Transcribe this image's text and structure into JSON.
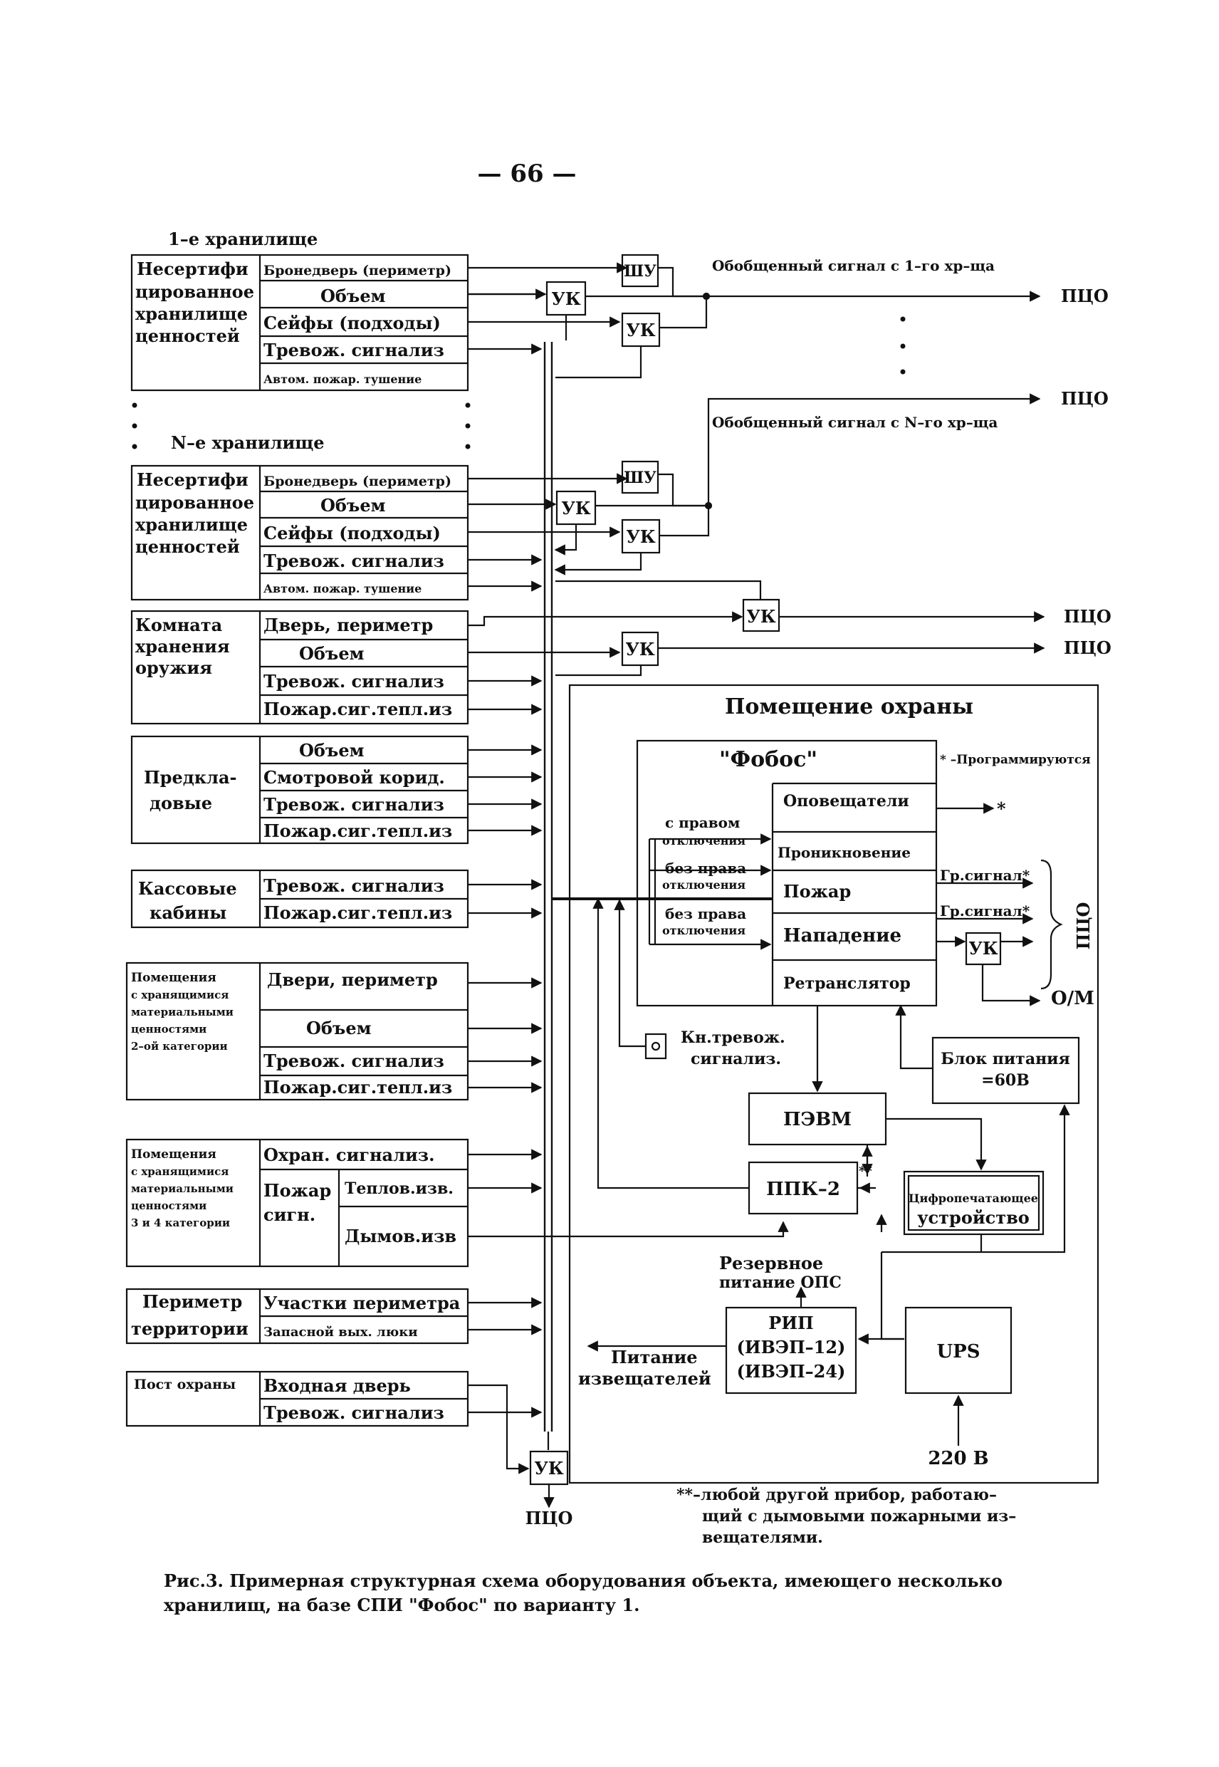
{
  "page_number": "— 66 —",
  "vaults": {
    "first_title": "1–е хранилище",
    "n_title": "N–е хранилище",
    "room_lines": [
      "Несертифи",
      "цированное",
      "хранилище",
      "ценностей"
    ],
    "items": [
      "Бронедверь (периметр)",
      "Объем",
      "Сейфы (подходы)",
      "Тревож. сигнализ",
      "Автом. пожар. тушение"
    ]
  },
  "armory": {
    "room_lines": [
      "Комната",
      "хранения",
      "оружия"
    ],
    "items": [
      "Дверь, периметр",
      "Объем",
      "Тревож. сигнализ",
      "Пожар.сиг.тепл.из"
    ]
  },
  "vestibules": {
    "room_lines": [
      "Предкла-",
      "довые"
    ],
    "items": [
      "Объем",
      "Смотровой корид.",
      "Тревож. сигнализ",
      "Пожар.сиг.тепл.из"
    ]
  },
  "cash_booths": {
    "room_lines": [
      "Кассовые",
      "кабины"
    ],
    "items": [
      "Тревож. сигнализ",
      "Пожар.сиг.тепл.из"
    ]
  },
  "cat2_rooms": {
    "room_lines": [
      "Помещения",
      "с хранящимися",
      "материальными",
      "ценностями",
      "2–ой категории"
    ],
    "items": [
      "Двери, периметр",
      "Объем",
      "Тревож. сигнализ",
      "Пожар.сиг.тепл.из"
    ]
  },
  "cat34_rooms": {
    "room_lines": [
      "Помещения",
      "с хранящимися",
      "материальными",
      "ценностями",
      "3 и 4 категории"
    ],
    "items": [
      "Охран. сигнализ.",
      "Пожар",
      "сигн.",
      "Теплов.изв.",
      "Дымов.изв"
    ]
  },
  "perimeter": {
    "room_lines": [
      "Периметр",
      "территории"
    ],
    "items": [
      "Участки периметра",
      "Запасной вых. люки"
    ]
  },
  "guard_post": {
    "room_lines": [
      "Пост охраны"
    ],
    "items": [
      "Входная дверь",
      "Тревож. сигнализ"
    ]
  },
  "devices": {
    "shu": "ШУ",
    "uk": "УК",
    "ppk2": "ППК–2",
    "pevm": "ПЭВМ",
    "ups": "UPS"
  },
  "signals": {
    "generalized_1": "Обобщенный сигнал с 1–го хр–ща",
    "generalized_n": "Обобщенный сигнал с N–го хр–ща",
    "pco": "ПЦО",
    "dots": "•"
  },
  "guard_room": {
    "title": "Помещение охраны",
    "fobos": "\"Фобос\"",
    "programmable_note": "* –Программируются",
    "zones": [
      "Оповещатели",
      "Проникновение",
      "Пожар",
      "Нападение",
      "Ретранслятор"
    ],
    "left_labels": [
      [
        "с правом",
        "отключения"
      ],
      [
        "без права",
        "отключения"
      ],
      [
        "без права",
        "отключения"
      ]
    ],
    "asterisk": "*",
    "group_signal": "Гр.сигнал*",
    "om": "О/М",
    "panic_button": [
      "Кн.тревож.",
      "сигнализ."
    ],
    "power_block": [
      "Блок питания",
      "=60В"
    ],
    "printer": [
      "Цифропечатающее",
      "устройство"
    ],
    "double_asterisk": "**",
    "reserve_power": [
      "Резервное",
      "питание ОПС"
    ],
    "rip": [
      "РИП",
      "(ИВЭП–12)",
      "(ИВЭП–24)"
    ],
    "detector_power": [
      "Питание",
      "извещателей"
    ],
    "mains": "220 В"
  },
  "footnote": [
    "**–любой другой прибор, работаю–",
    "щий с дымовыми пожарными из–",
    "вещателями."
  ],
  "caption": [
    "Рис.3. Примерная структурная схема оборудования объекта, имеющего несколько",
    "хранилищ, на базе СПИ \"Фобос\" по варианту 1."
  ]
}
